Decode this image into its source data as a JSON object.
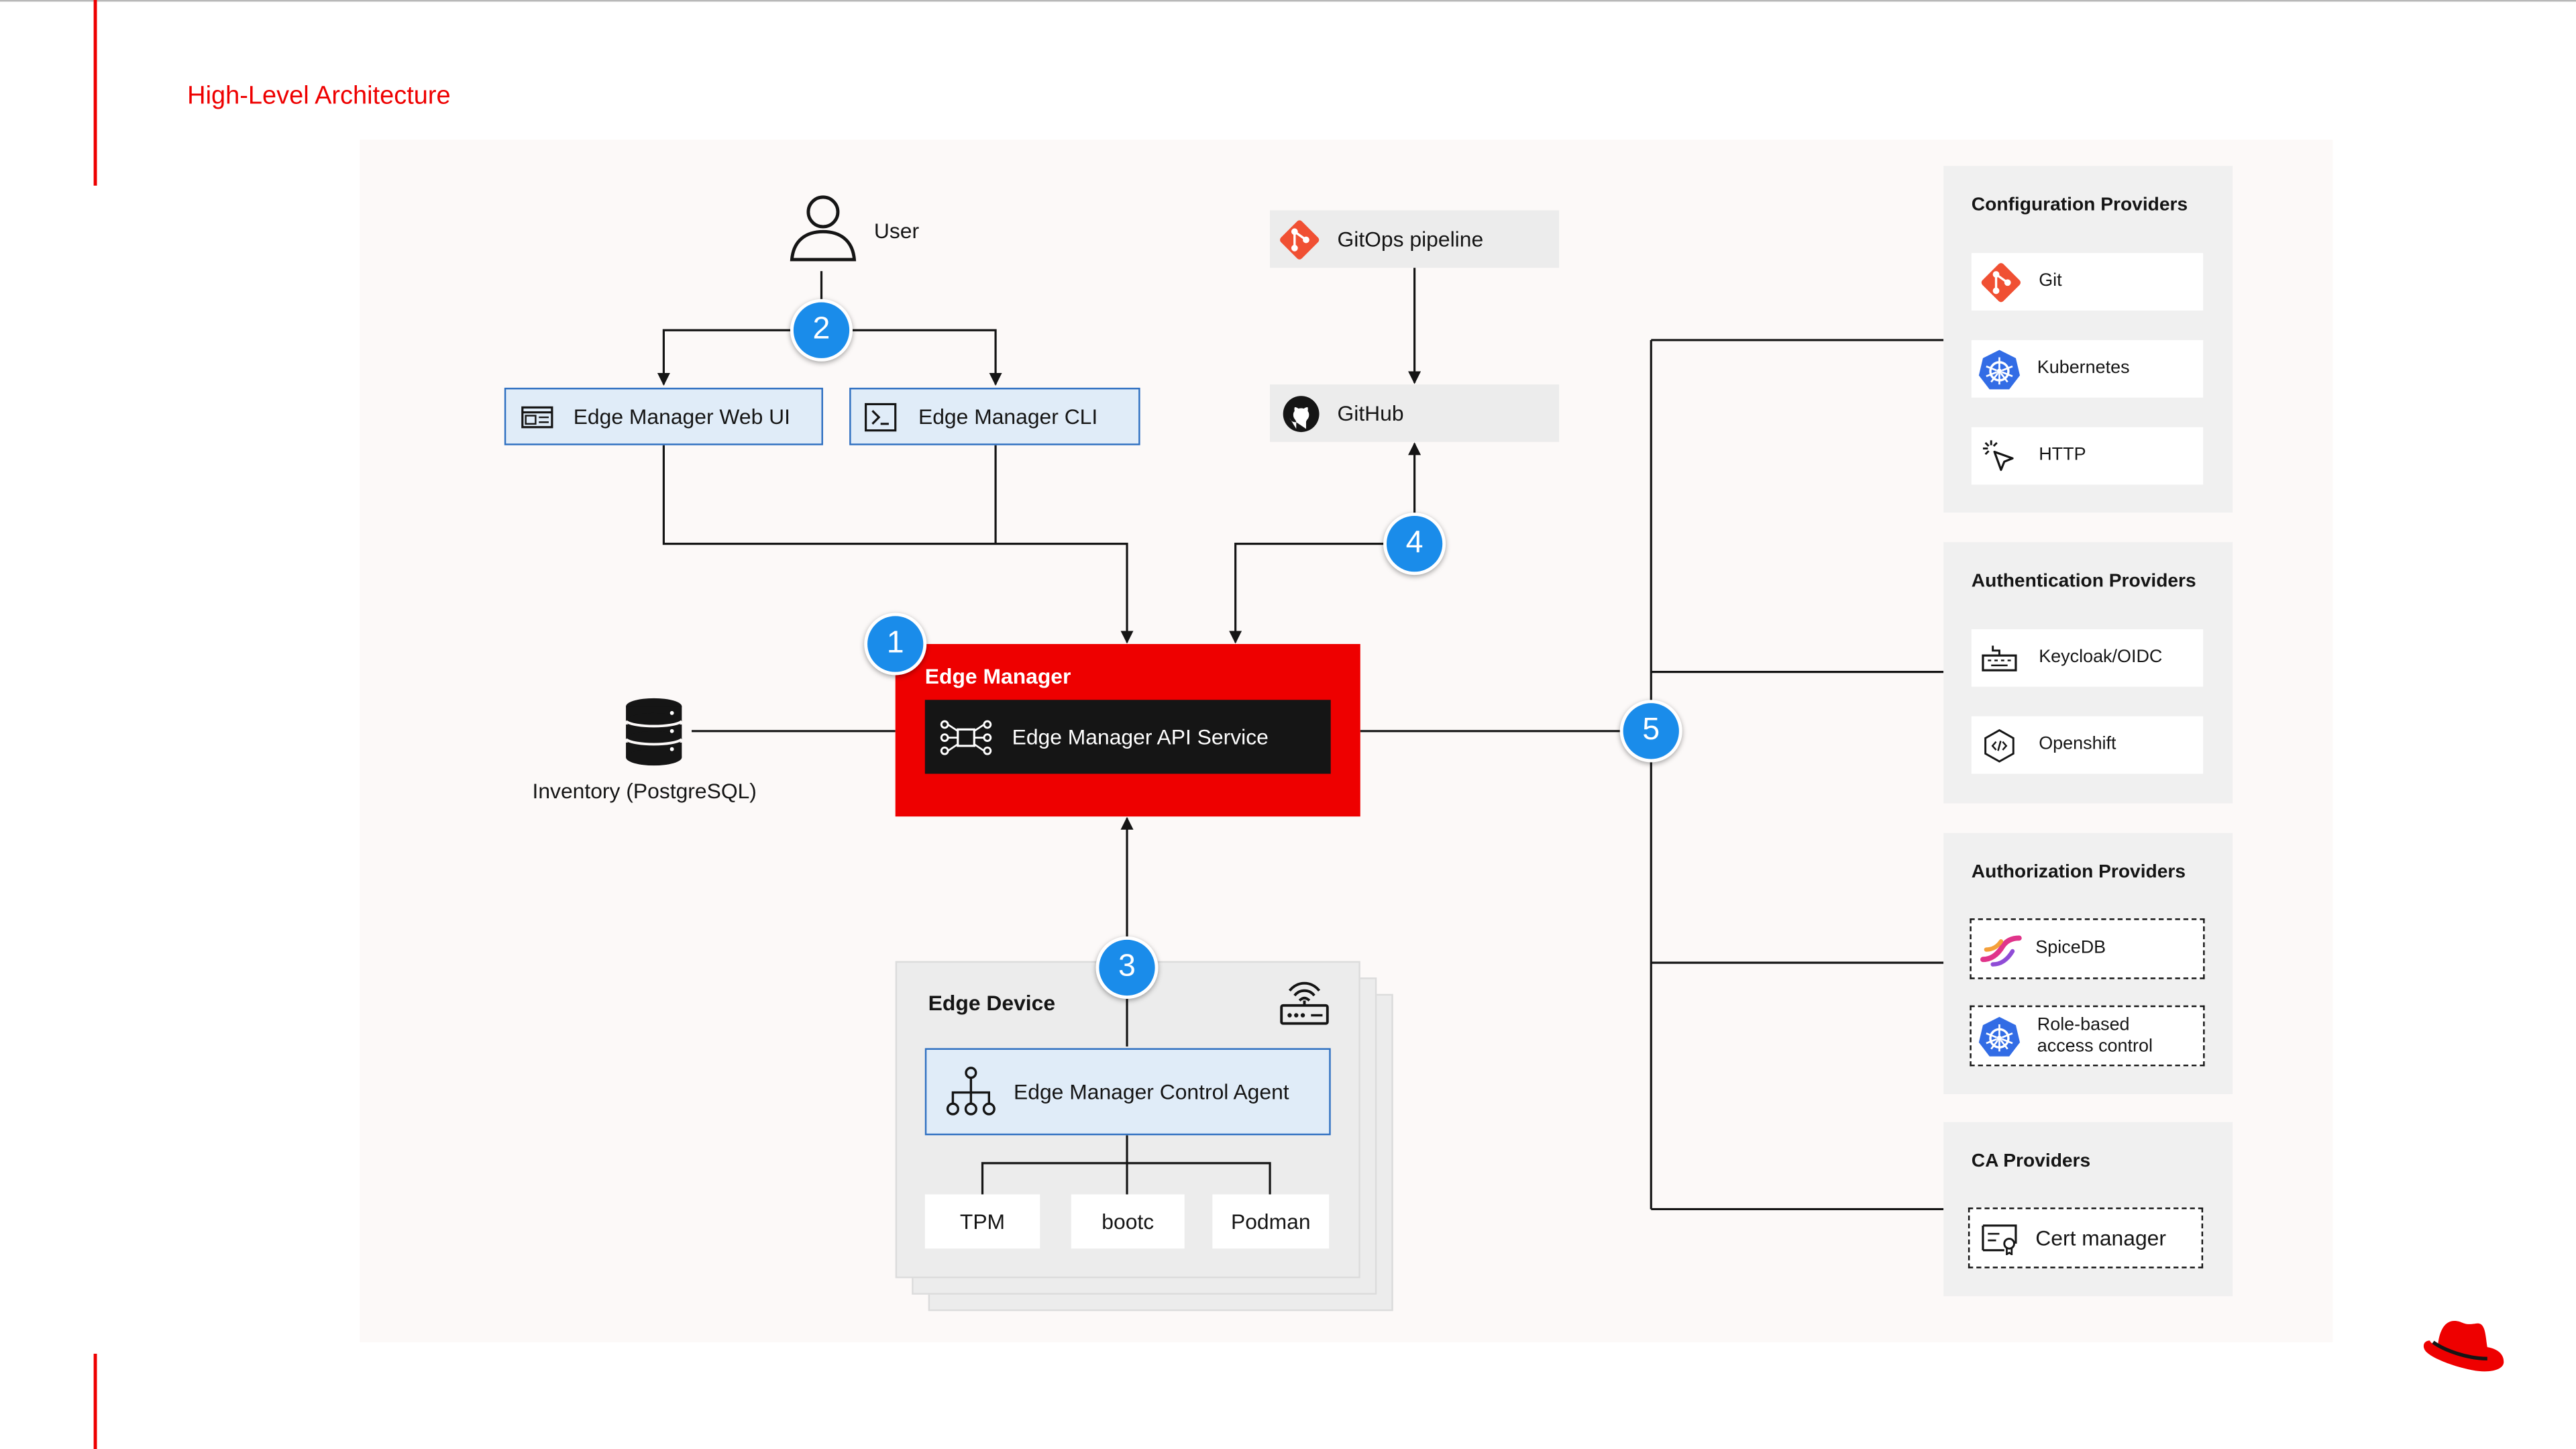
{
  "slide": {
    "title": "High-Level Architecture"
  },
  "diagram": {
    "user": {
      "label": "User"
    },
    "web_ui": {
      "label": "Edge Manager Web UI"
    },
    "cli": {
      "label": "Edge Manager CLI"
    },
    "gitops": {
      "label": "GitOps pipeline"
    },
    "github": {
      "label": "GitHub"
    },
    "edge_manager": {
      "title": "Edge Manager",
      "api_service": "Edge Manager API Service"
    },
    "inventory": {
      "label": "Inventory (PostgreSQL)"
    },
    "edge_device": {
      "title": "Edge Device",
      "agent": "Edge Manager Control Agent",
      "components": [
        "TPM",
        "bootc",
        "Podman"
      ]
    },
    "badges": [
      "1",
      "2",
      "3",
      "4",
      "5"
    ],
    "config_providers": {
      "title": "Configuration Providers",
      "items": [
        "Git",
        "Kubernetes",
        "HTTP"
      ]
    },
    "auth_providers": {
      "title": "Authentication Providers",
      "items": [
        "Keycloak/OIDC",
        "Openshift"
      ]
    },
    "authz_providers": {
      "title": "Authorization  Providers",
      "items": [
        "SpiceDB",
        "Role-based",
        "access control"
      ]
    },
    "ca_providers": {
      "title": "CA Providers",
      "items": [
        "Cert manager"
      ]
    }
  },
  "colors": {
    "brand_red": "#ee0000",
    "badge_blue": "#1a8cea",
    "box_blue_border": "#2f70c1",
    "box_blue_fill": "#e0ecf8",
    "git_orange": "#f05033",
    "kubernetes_blue": "#326ce5",
    "api_box_black": "#151515"
  },
  "icons": [
    "user-icon",
    "web-ui-icon",
    "terminal-icon",
    "git-icon",
    "github-icon",
    "database-icon",
    "api-network-icon",
    "router-icon",
    "hierarchy-icon",
    "kubernetes-icon",
    "cursor-click-icon",
    "keyboard-icon",
    "openshift-icon",
    "spicedb-icon",
    "certificate-icon",
    "redhat-logo-icon"
  ]
}
